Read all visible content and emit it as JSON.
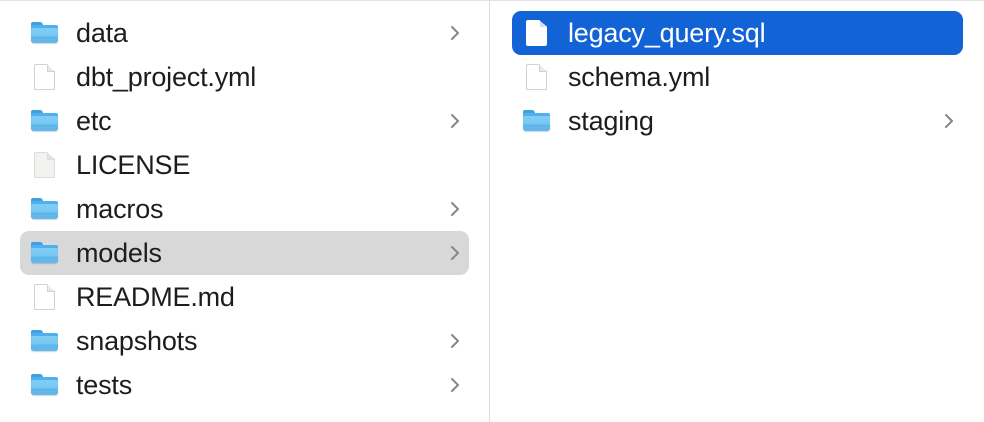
{
  "window": {
    "view_mode": "column",
    "background_color": "#ffffff",
    "divider_color": "#dcdcdc",
    "selection_active_color": "#1263d6",
    "selection_inactive_color": "#d8d8d8",
    "text_color": "#1d1d1f",
    "selected_text_color": "#ffffff"
  },
  "columns": [
    {
      "name": "models-parent-column",
      "items": [
        {
          "label": "data",
          "kind": "folder",
          "icon": "folder-icon",
          "has_children": true,
          "selected": false
        },
        {
          "label": "dbt_project.yml",
          "kind": "file",
          "icon": "document-icon",
          "has_children": false,
          "selected": false
        },
        {
          "label": "etc",
          "kind": "folder",
          "icon": "folder-icon",
          "has_children": true,
          "selected": false
        },
        {
          "label": "LICENSE",
          "kind": "file",
          "icon": "document-plain-icon",
          "has_children": false,
          "selected": false
        },
        {
          "label": "macros",
          "kind": "folder",
          "icon": "folder-icon",
          "has_children": true,
          "selected": false
        },
        {
          "label": "models",
          "kind": "folder",
          "icon": "folder-icon",
          "has_children": true,
          "selected": true
        },
        {
          "label": "README.md",
          "kind": "file",
          "icon": "document-icon",
          "has_children": false,
          "selected": false
        },
        {
          "label": "snapshots",
          "kind": "folder",
          "icon": "folder-icon",
          "has_children": true,
          "selected": false
        },
        {
          "label": "tests",
          "kind": "folder",
          "icon": "folder-icon",
          "has_children": true,
          "selected": false
        }
      ]
    },
    {
      "name": "models-contents-column",
      "items": [
        {
          "label": "legacy_query.sql",
          "kind": "file",
          "icon": "document-icon",
          "has_children": false,
          "selected": true
        },
        {
          "label": "schema.yml",
          "kind": "file",
          "icon": "document-icon",
          "has_children": false,
          "selected": false
        },
        {
          "label": "staging",
          "kind": "folder",
          "icon": "folder-icon",
          "has_children": true,
          "selected": false
        }
      ]
    }
  ]
}
